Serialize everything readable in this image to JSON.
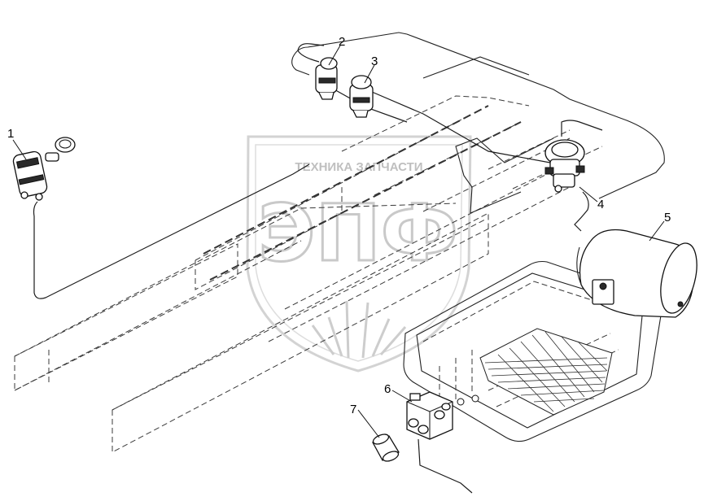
{
  "watermark": {
    "top_text": "ТЕХНИКА  ЗАПЧАСТИ",
    "logo_text": "ЭПФ"
  },
  "callouts": [
    {
      "id": "1",
      "label": "1"
    },
    {
      "id": "2",
      "label": "2"
    },
    {
      "id": "3",
      "label": "3"
    },
    {
      "id": "4",
      "label": "4"
    },
    {
      "id": "5",
      "label": "5"
    },
    {
      "id": "6",
      "label": "6"
    },
    {
      "id": "7",
      "label": "7"
    }
  ],
  "colors": {
    "line": "#222222",
    "watermark": "#bdbdbd",
    "background": "#ffffff"
  }
}
